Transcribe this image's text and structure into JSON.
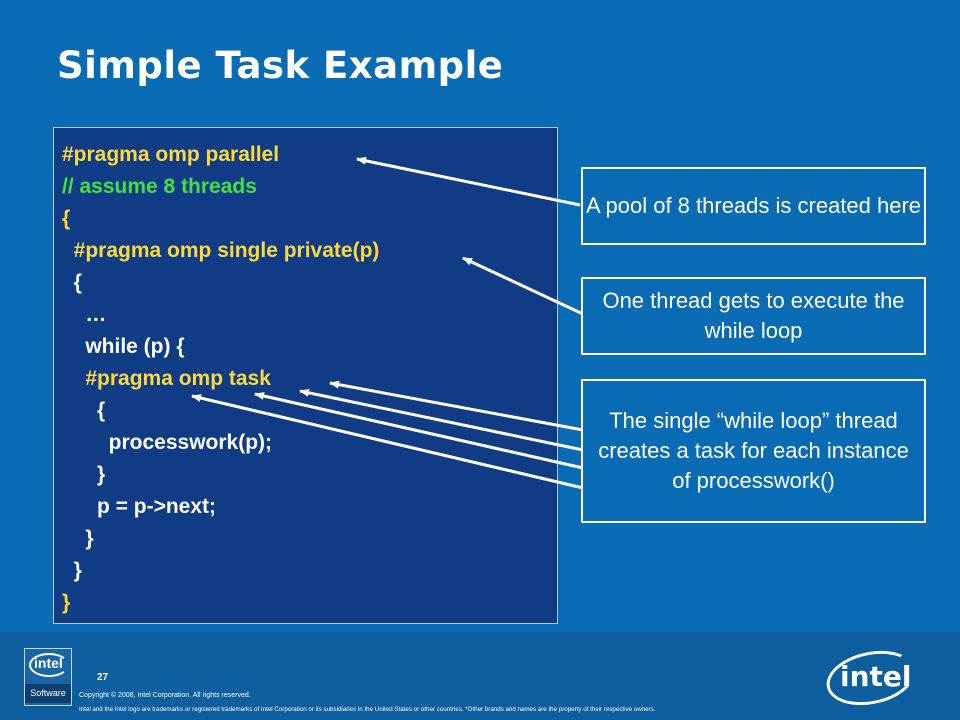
{
  "slide": {
    "title": "Simple Task Example",
    "page_number": "27",
    "copyright": "Copyright © 2008, Intel Corporation. All rights reserved.",
    "legal": "Intel and the Intel logo are trademarks or registered trademarks of Intel Corporation or its subsidiaries in the United States or other countries. *Other brands and names are the property of their respective owners."
  },
  "code": {
    "lines": [
      {
        "text": "#pragma omp parallel",
        "color": "#ffd83a"
      },
      {
        "text": "// assume 8 threads",
        "color": "#41e141"
      },
      {
        "text": "{",
        "color": "#ffd83a"
      },
      {
        "text": "  #pragma omp single private(p)",
        "color": "#ffd83a"
      },
      {
        "text": "  {",
        "color": "#ffffff"
      },
      {
        "text": "    …",
        "color": "#ffffff"
      },
      {
        "text": "    while (p) {",
        "color": "#ffffff"
      },
      {
        "text": "    #pragma omp task",
        "color": "#ffd83a"
      },
      {
        "text": "      {",
        "color": "#ffffff"
      },
      {
        "text": "        processwork(p);",
        "color": "#ffffff"
      },
      {
        "text": "      }",
        "color": "#ffffff"
      },
      {
        "text": "      p = p->next;",
        "color": "#ffffff"
      },
      {
        "text": "    }",
        "color": "#ffffff"
      },
      {
        "text": "  }",
        "color": "#ffffff"
      },
      {
        "text": "}",
        "color": "#ffd83a"
      }
    ]
  },
  "callouts": {
    "pool": "A pool of 8 threads is created here",
    "single": "One thread gets to execute the while loop",
    "task": "The single “while loop” thread creates a task for each instance of processwork()"
  },
  "logos": {
    "software_badge_word": "intel",
    "software_badge_label": "Software",
    "intel_word": "intel"
  },
  "colors": {
    "background": "#0a6bb5",
    "code_background": "#0f3c84",
    "pragma": "#ffd83a",
    "comment": "#41e141",
    "code_text": "#ffffff"
  }
}
